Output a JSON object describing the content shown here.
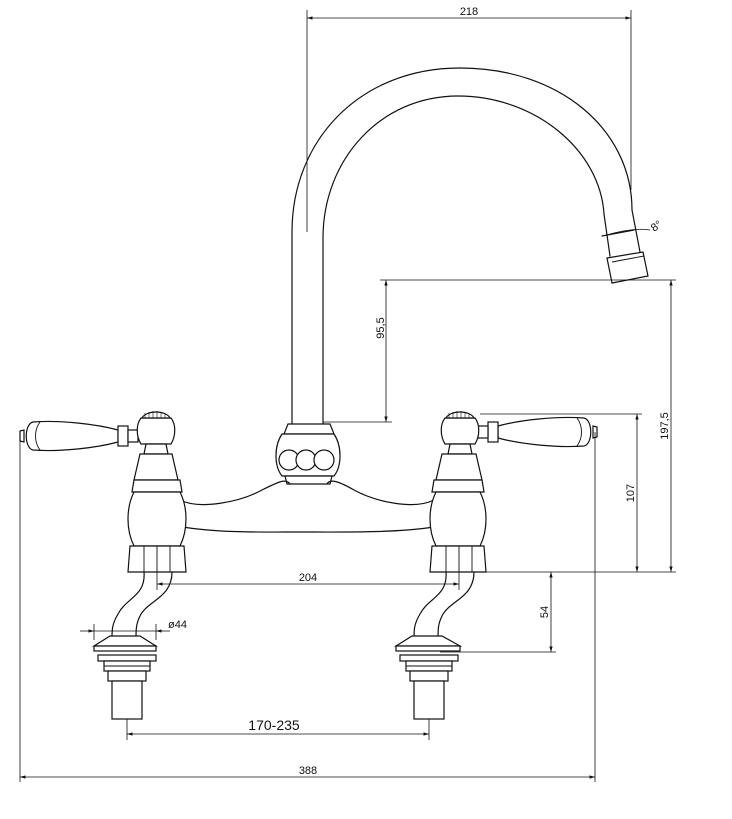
{
  "drawing": {
    "dimensions": {
      "spout_reach": "218",
      "spout_angle": "8°",
      "spout_outlet_drop": "95,5",
      "total_height": "197,5",
      "body_height": "107",
      "handle_centres": "204",
      "tail_length": "54",
      "base_diameter": "ø44",
      "tap_hole_centres": "170-235",
      "overall_width": "388"
    }
  }
}
